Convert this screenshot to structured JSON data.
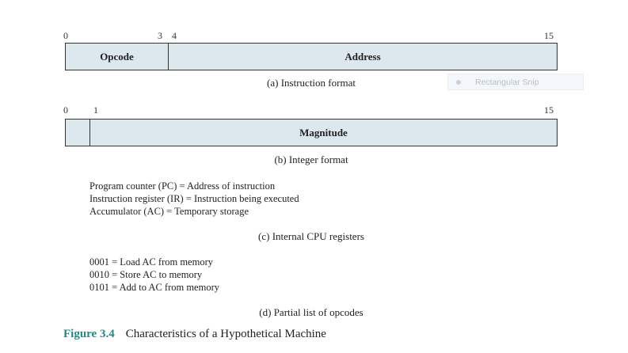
{
  "instruction_format": {
    "bits": {
      "start": "0",
      "opcode_end": "3",
      "address_start": "4",
      "end": "15"
    },
    "fields": {
      "opcode": "Opcode",
      "address": "Address"
    },
    "caption": "(a) Instruction format"
  },
  "integer_format": {
    "bits": {
      "start": "0",
      "magnitude_start": "1",
      "end": "15"
    },
    "fields": {
      "magnitude": "Magnitude"
    },
    "caption": "(b) Integer format"
  },
  "registers": {
    "lines": [
      "Program counter (PC) = Address of instruction",
      "Instruction register (IR) = Instruction being executed",
      "Accumulator (AC) = Temporary storage"
    ],
    "caption": "(c) Internal CPU registers"
  },
  "opcodes": {
    "lines": [
      "0001 = Load AC from memory",
      "0010 = Store AC to memory",
      "0101 = Add to AC from memory"
    ],
    "caption": "(d) Partial list of opcodes"
  },
  "figure": {
    "label": "Figure 3.4",
    "title": "Characteristics of a Hypothetical Machine"
  },
  "overlay": {
    "snip_label": "Rectangular Snip"
  },
  "colors": {
    "field_fill": "#dde8ee",
    "figure_label": "#1f8a86"
  }
}
